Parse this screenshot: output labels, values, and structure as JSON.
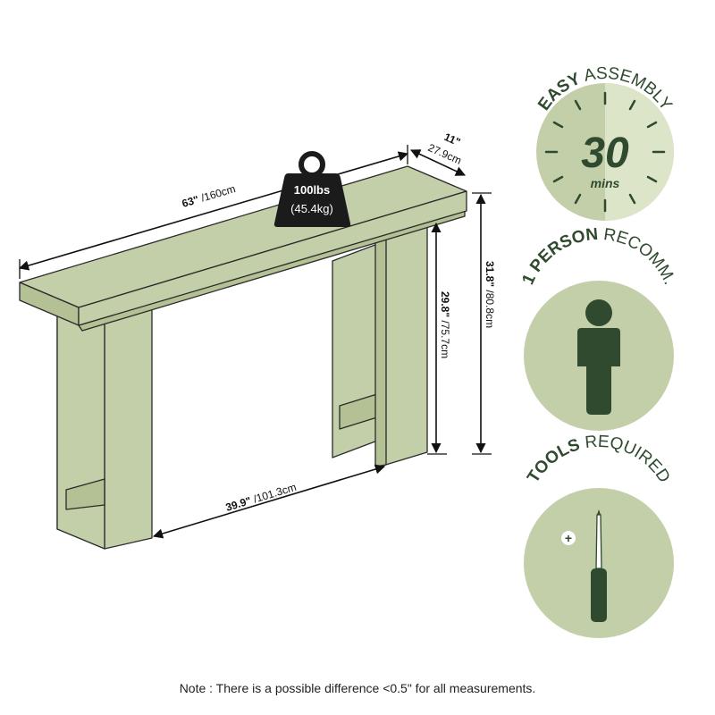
{
  "colors": {
    "wood": "#c3cfa8",
    "wood_dark": "#b4c195",
    "outline": "#2a2a2a",
    "badge_bg": "#c3cfa8",
    "badge_light": "#dde5c9",
    "icon_dark": "#2f4a2f",
    "weight_fill": "#1b1b1b"
  },
  "dimensions": {
    "length": {
      "imperial": "63\"",
      "metric": "/160cm"
    },
    "depth": {
      "imperial": "11\"",
      "metric": "27.9cm"
    },
    "height_total": {
      "imperial": "31.8\"",
      "metric": "/80.8cm"
    },
    "height_clear": {
      "imperial": "29.8\"",
      "metric": "/75.7cm"
    },
    "inner_width": {
      "imperial": "39.9\"",
      "metric": "/101.3cm"
    }
  },
  "weight": {
    "primary": "100lbs",
    "secondary": "(45.4kg)"
  },
  "badges": {
    "assembly": {
      "bold": "EASY",
      "light": "ASSEMBLY",
      "number": "30",
      "unit": "mins",
      "icon": "clock-icon"
    },
    "person": {
      "bold": "1 PERSON",
      "light": "RECOMM.",
      "icon": "person-icon"
    },
    "tools": {
      "bold": "TOOLS",
      "light": "REQUIRED",
      "icon": "screwdriver-icon",
      "plus": "+"
    }
  },
  "note": "Note : There is a possible difference <0.5\" for all measurements."
}
